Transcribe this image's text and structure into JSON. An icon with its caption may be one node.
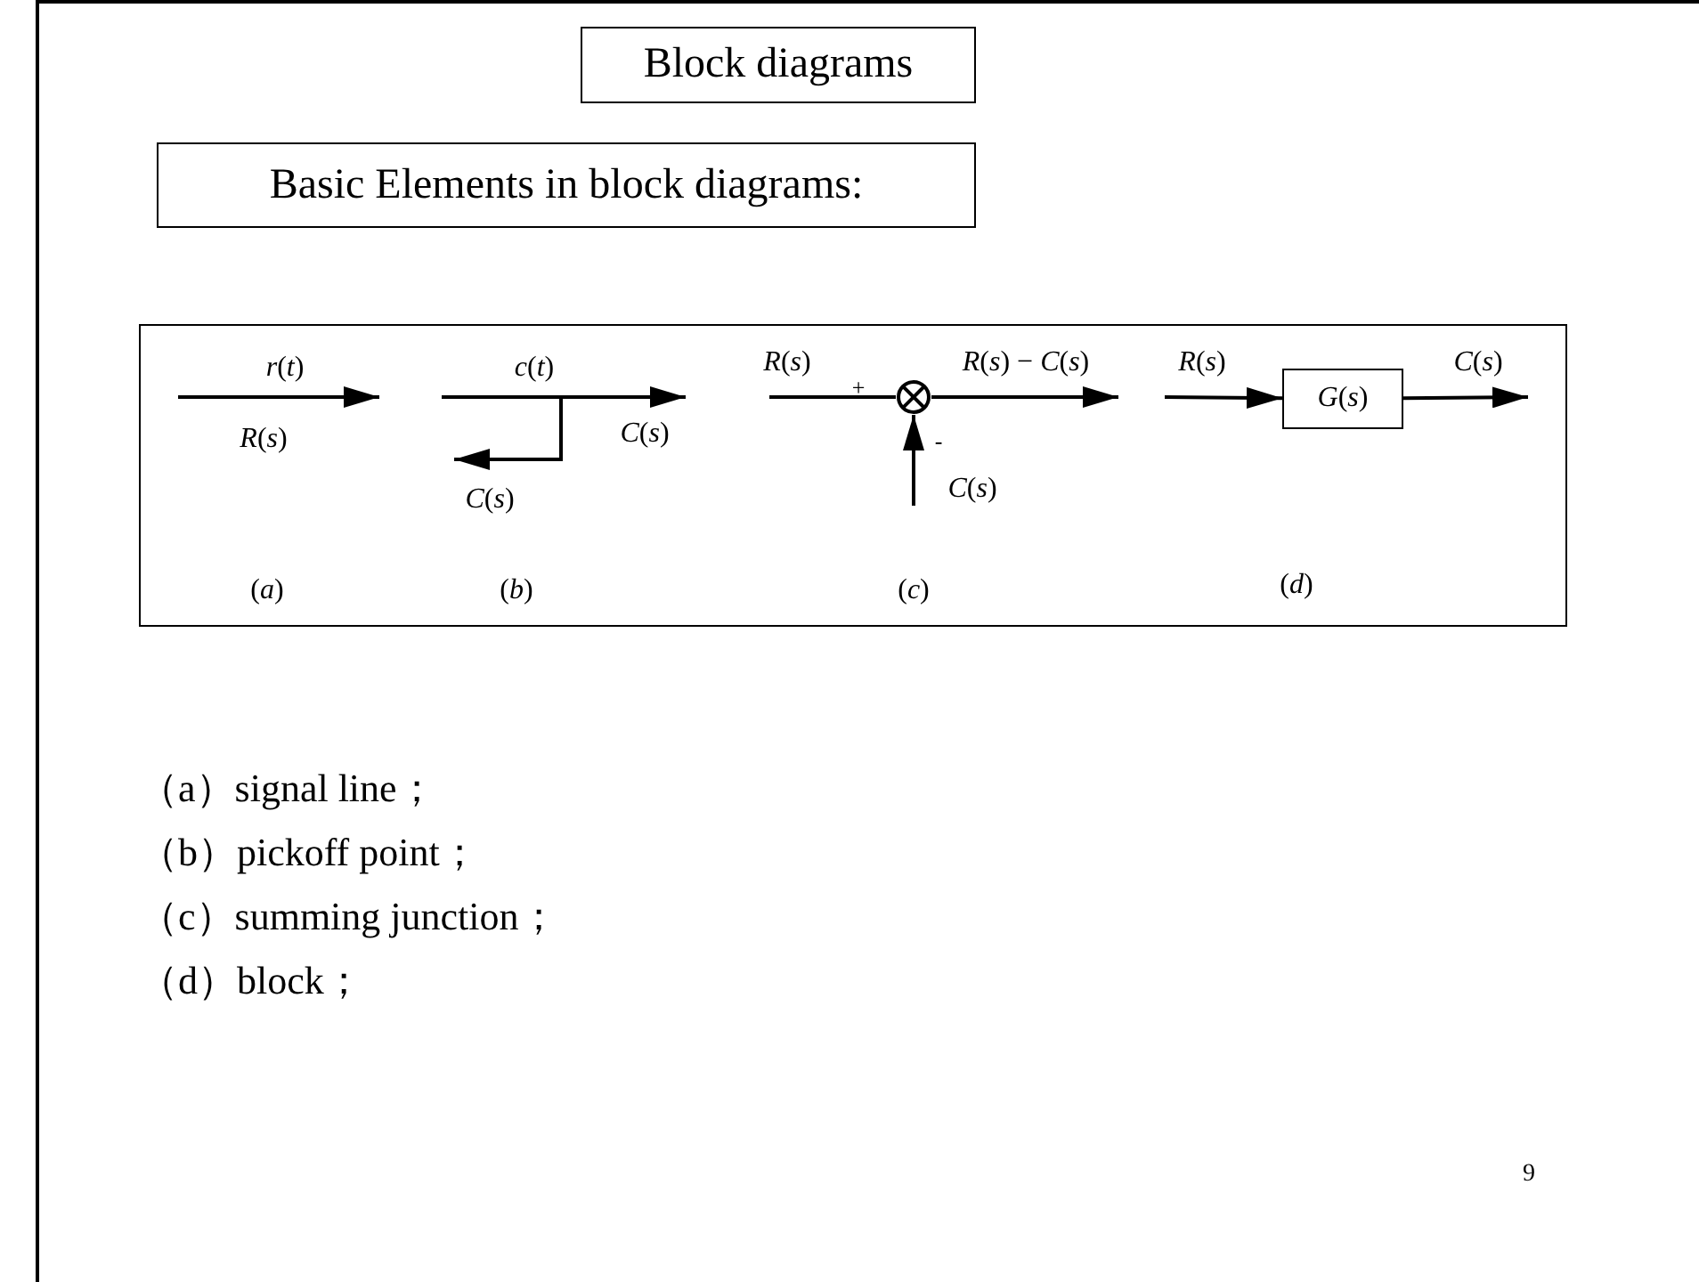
{
  "diagram": {
    "nodes": [
      {
        "text": [
          "Block diagrams"
        ]
      },
      {
        "text": [
          "Basic Elements in block diagrams:"
        ]
      },
      {
        "text": [],
        "shape": "circle"
      },
      {
        "text": [
          "*G*(*s*)"
        ]
      }
    ],
    "edges": [
      {
        "from": null,
        "to": 2,
        "arrow": "none",
        "label": "*R*(*s*)"
      },
      {
        "from": 2,
        "to": null,
        "arrow": "to",
        "label": "*R*(*s*) − *C*(*s*)"
      },
      {
        "from": null,
        "to": 2,
        "arrow": "to",
        "label": "*C*(*s*)"
      },
      {
        "from": null,
        "to": 3,
        "arrow": "to",
        "label": "*R*(*s*)"
      },
      {
        "from": 3,
        "to": null,
        "arrow": "to",
        "label": "*C*(*s*)"
      }
    ],
    "labels": [
      "*r*(*t*)",
      "*R*(*s*)",
      "(*a*)",
      "*c*(*t*)",
      "*C*(*s*)",
      "*C*(*s*)",
      "(*b*)",
      "+",
      "-",
      "(*c*)",
      "(*d*)",
      "（a）signal line；",
      "（b）pickoff point；",
      "（c）summing junction；",
      "（d）block；",
      "9"
    ]
  }
}
